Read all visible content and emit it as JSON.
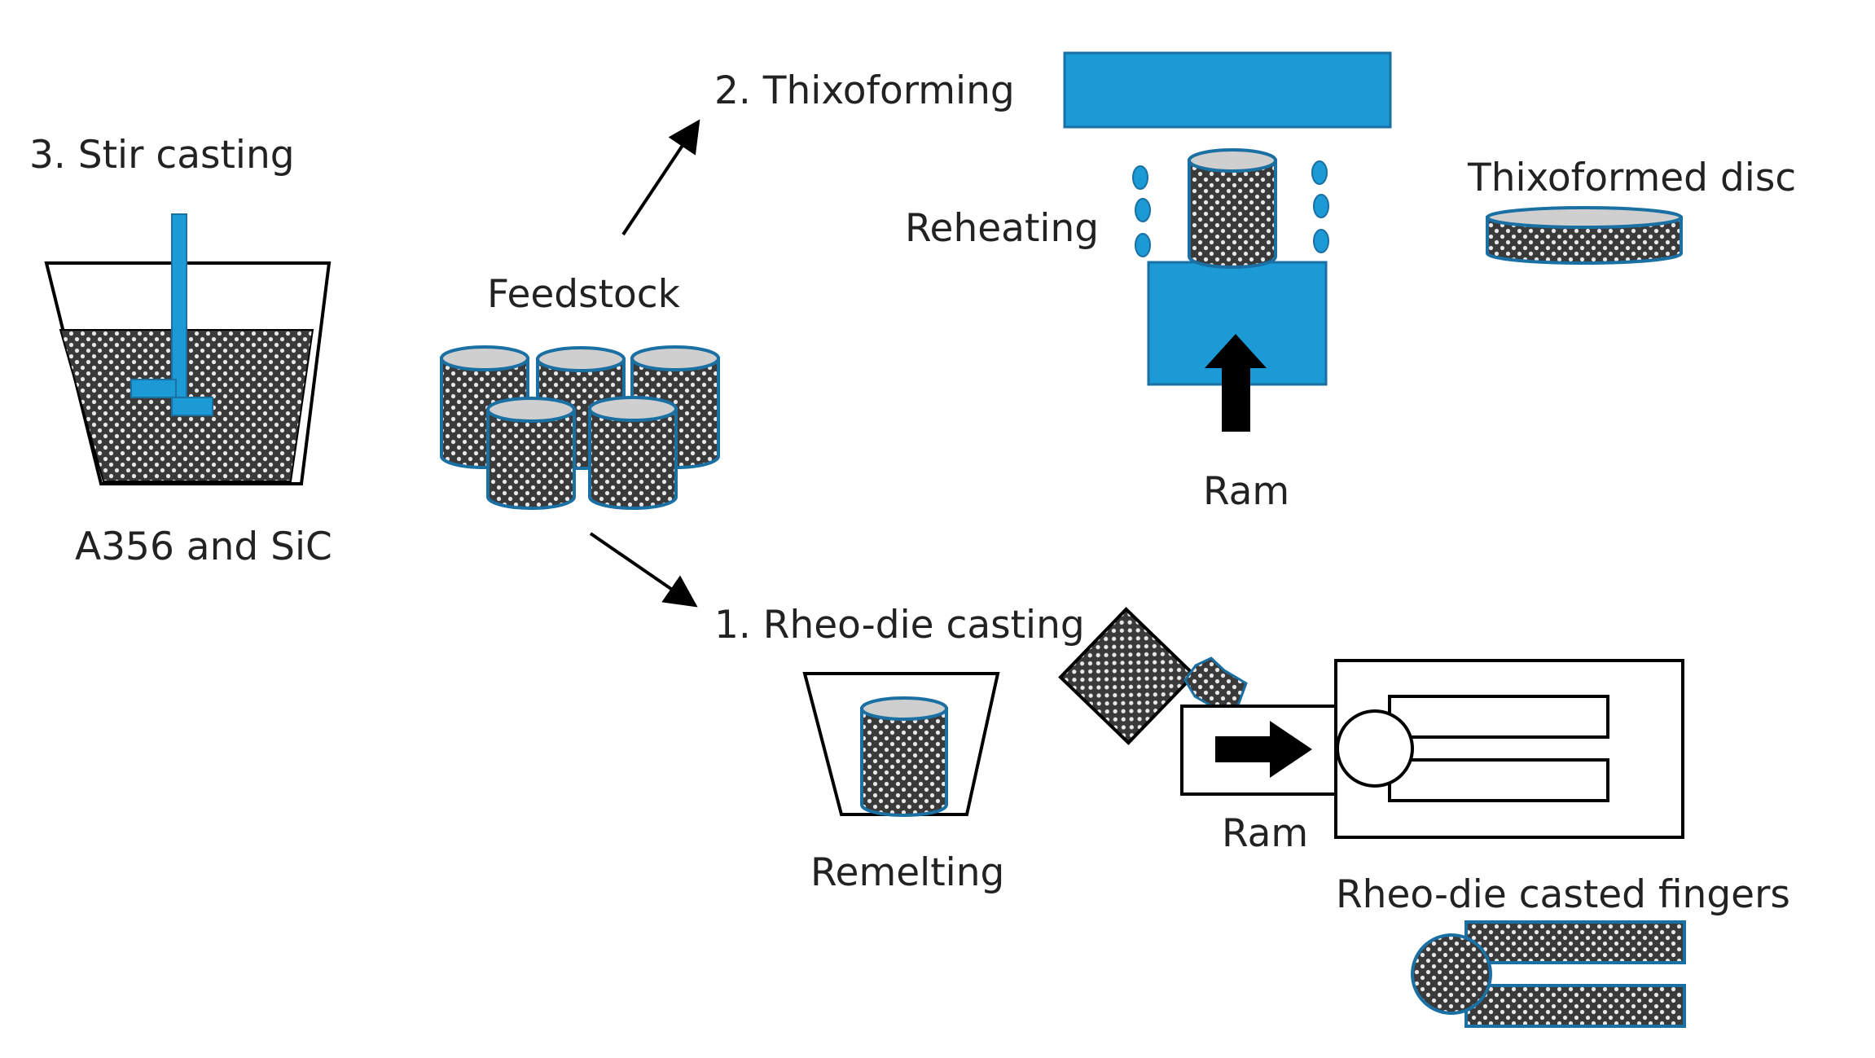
{
  "colors": {
    "accent": "#1b9ad6",
    "accent_stroke": "#1a6fa3",
    "ink": "#000000",
    "text": "#222222",
    "pattern_dark": "#3a3a3a",
    "pattern_dot": "#e8e8e8",
    "background": "#ffffff"
  },
  "labels": {
    "stir_casting": "3.  Stir casting",
    "a356_sic": "A356 and SiC",
    "feedstock": "Feedstock",
    "thixoforming": "2.  Thixoforming",
    "reheating": "Reheating",
    "ram_top": "Ram",
    "thixoformed_disc": "Thixoformed disc",
    "rheo_die_casting": "1.  Rheo-die casting",
    "remelting": "Remelting",
    "ram_bottom": "Ram",
    "rheo_die_casted_fingers": "Rheo-die casted fingers"
  }
}
